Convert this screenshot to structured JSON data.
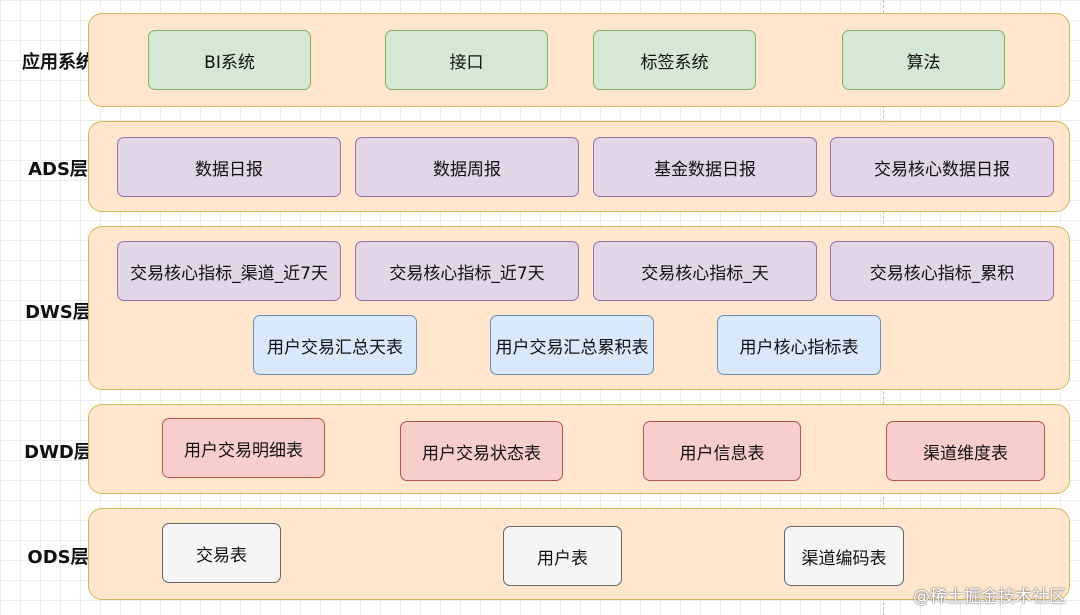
{
  "layers": {
    "app": {
      "label": "应用系统",
      "boxes": [
        "BI系统",
        "接口",
        "标签系统",
        "算法"
      ]
    },
    "ads": {
      "label": "ADS层",
      "boxes": [
        "数据日报",
        "数据周报",
        "基金数据日报",
        "交易核心数据日报"
      ]
    },
    "dws": {
      "label": "DWS层",
      "row1": [
        "交易核心指标_渠道_近7天",
        "交易核心指标_近7天",
        "交易核心指标_天",
        "交易核心指标_累积"
      ],
      "row2": [
        "用户交易汇总天表",
        "用户交易汇总累积表",
        "用户核心指标表"
      ]
    },
    "dwd": {
      "label": "DWD层",
      "boxes": [
        "用户交易明细表",
        "用户交易状态表",
        "用户信息表",
        "渠道维度表"
      ]
    },
    "ods": {
      "label": "ODS层",
      "boxes": [
        "交易表",
        "用户表",
        "渠道编码表"
      ]
    }
  },
  "watermark": "@稀土掘金技术社区",
  "colors": {
    "band_fill": "#ffe6cc",
    "band_border": "#d6b656",
    "app_box": "#d5e8d4",
    "ads_box": "#e1d5e7",
    "dws_box_top": "#e1d5e7",
    "dws_box_bottom": "#dae8fc",
    "dwd_box": "#f8cecc",
    "ods_box": "#f5f5f5"
  }
}
